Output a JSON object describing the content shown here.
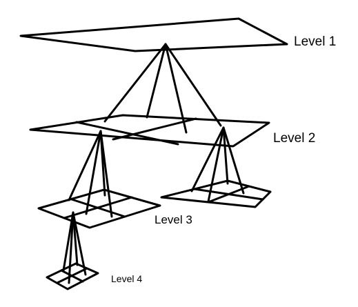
{
  "labels": {
    "level1": "Level 1",
    "level2": "Level 2",
    "level3": "Level 3",
    "level4": "Level 4"
  },
  "colors": {
    "stroke": "#000000",
    "background": "#ffffff"
  }
}
